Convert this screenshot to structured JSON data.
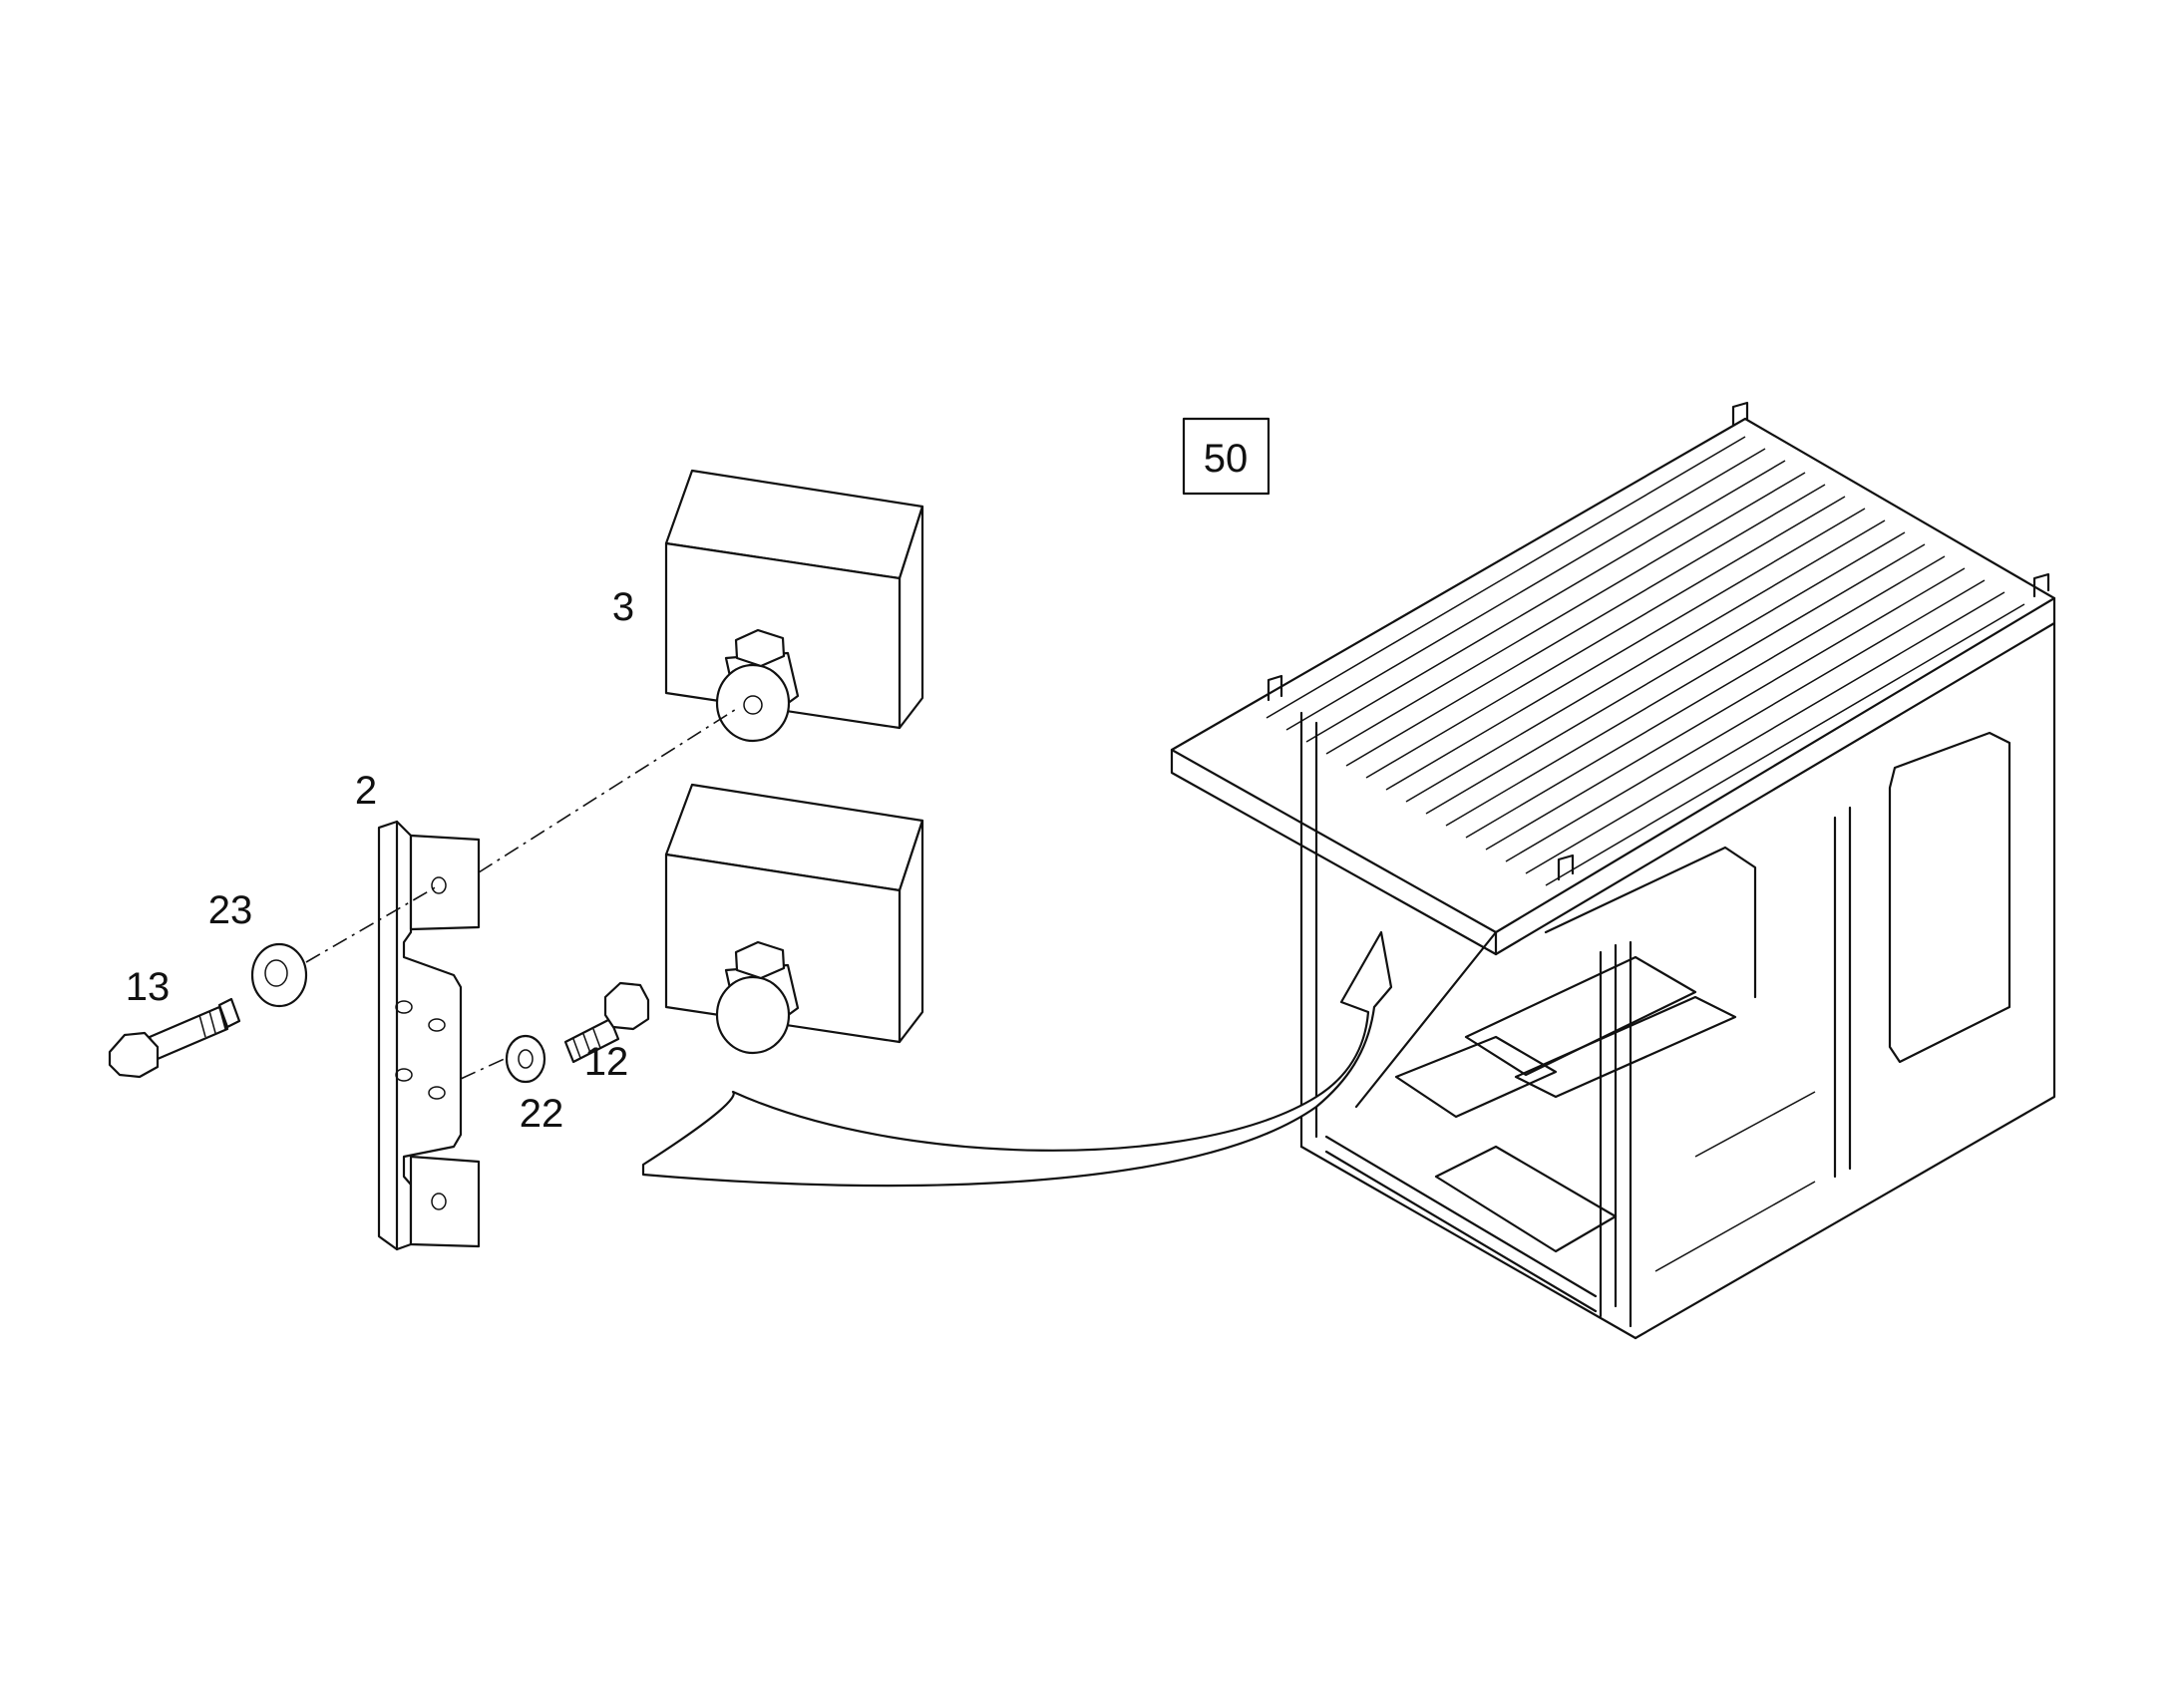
{
  "diagram": {
    "view_number": "50",
    "callouts": [
      "3",
      "2",
      "23",
      "13",
      "22",
      "12"
    ]
  }
}
